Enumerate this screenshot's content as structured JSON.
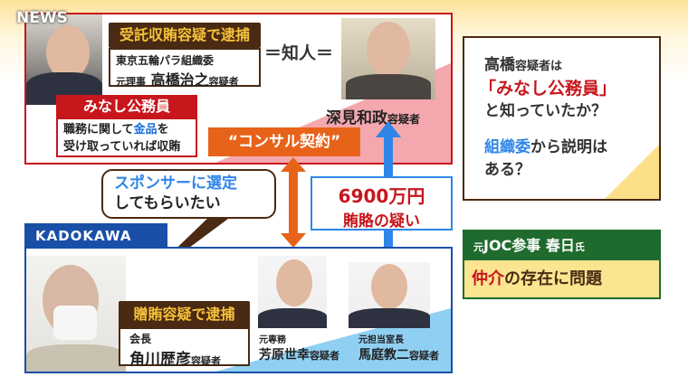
{
  "logo": "NEWS",
  "takahashi": {
    "arrest_label": "受託収賄容疑で逮捕",
    "org": "東京五輪パラ組織委",
    "prefix": "元理事",
    "name": "高橋治之",
    "suffix": "容疑者"
  },
  "acquaintance": "＝知人＝",
  "minashi": {
    "title": "みなし公務員",
    "line1a": "職務に関して",
    "line1b": "金品",
    "line1c": "を",
    "line2": "受け取っていれば収賄"
  },
  "fukami": {
    "name": "深見和政",
    "suffix": "容疑者"
  },
  "consul": "“コンサル契約”",
  "speech": {
    "line1": "スポンサーに選定",
    "line2": "してもらいたい"
  },
  "bribe": {
    "amount": "6900万円",
    "label": "賄賂の疑い"
  },
  "kadokawa": {
    "tab": "KADOKAWA",
    "arrest_label": "贈賄容疑で逮捕",
    "title": "会長",
    "name": "角川歴彦",
    "suffix": "容疑者",
    "p2": {
      "title": "元専務",
      "name": "芳原世幸",
      "suffix": "容疑者"
    },
    "p3": {
      "title": "元担当室長",
      "name": "馬庭教二",
      "suffix": "容疑者"
    }
  },
  "question": {
    "l1a": "高橋",
    "l1b": "容疑者は",
    "l2": "「みなし公務員」",
    "l3": "と知っていたか？",
    "l4a": "組織委",
    "l4b": "から説明は",
    "l5": "ある？"
  },
  "joc": {
    "prefix": "元",
    "title": "JOC参事 春日",
    "suffix": "氏",
    "b1": "仲介",
    "b2": "の存在に問題"
  },
  "colors": {
    "red": "#c8161d",
    "blue": "#1a4fa8",
    "orange": "#e8631a",
    "brown": "#4a2a12",
    "green": "#1f6b2e",
    "yellow": "#f6c23a"
  }
}
